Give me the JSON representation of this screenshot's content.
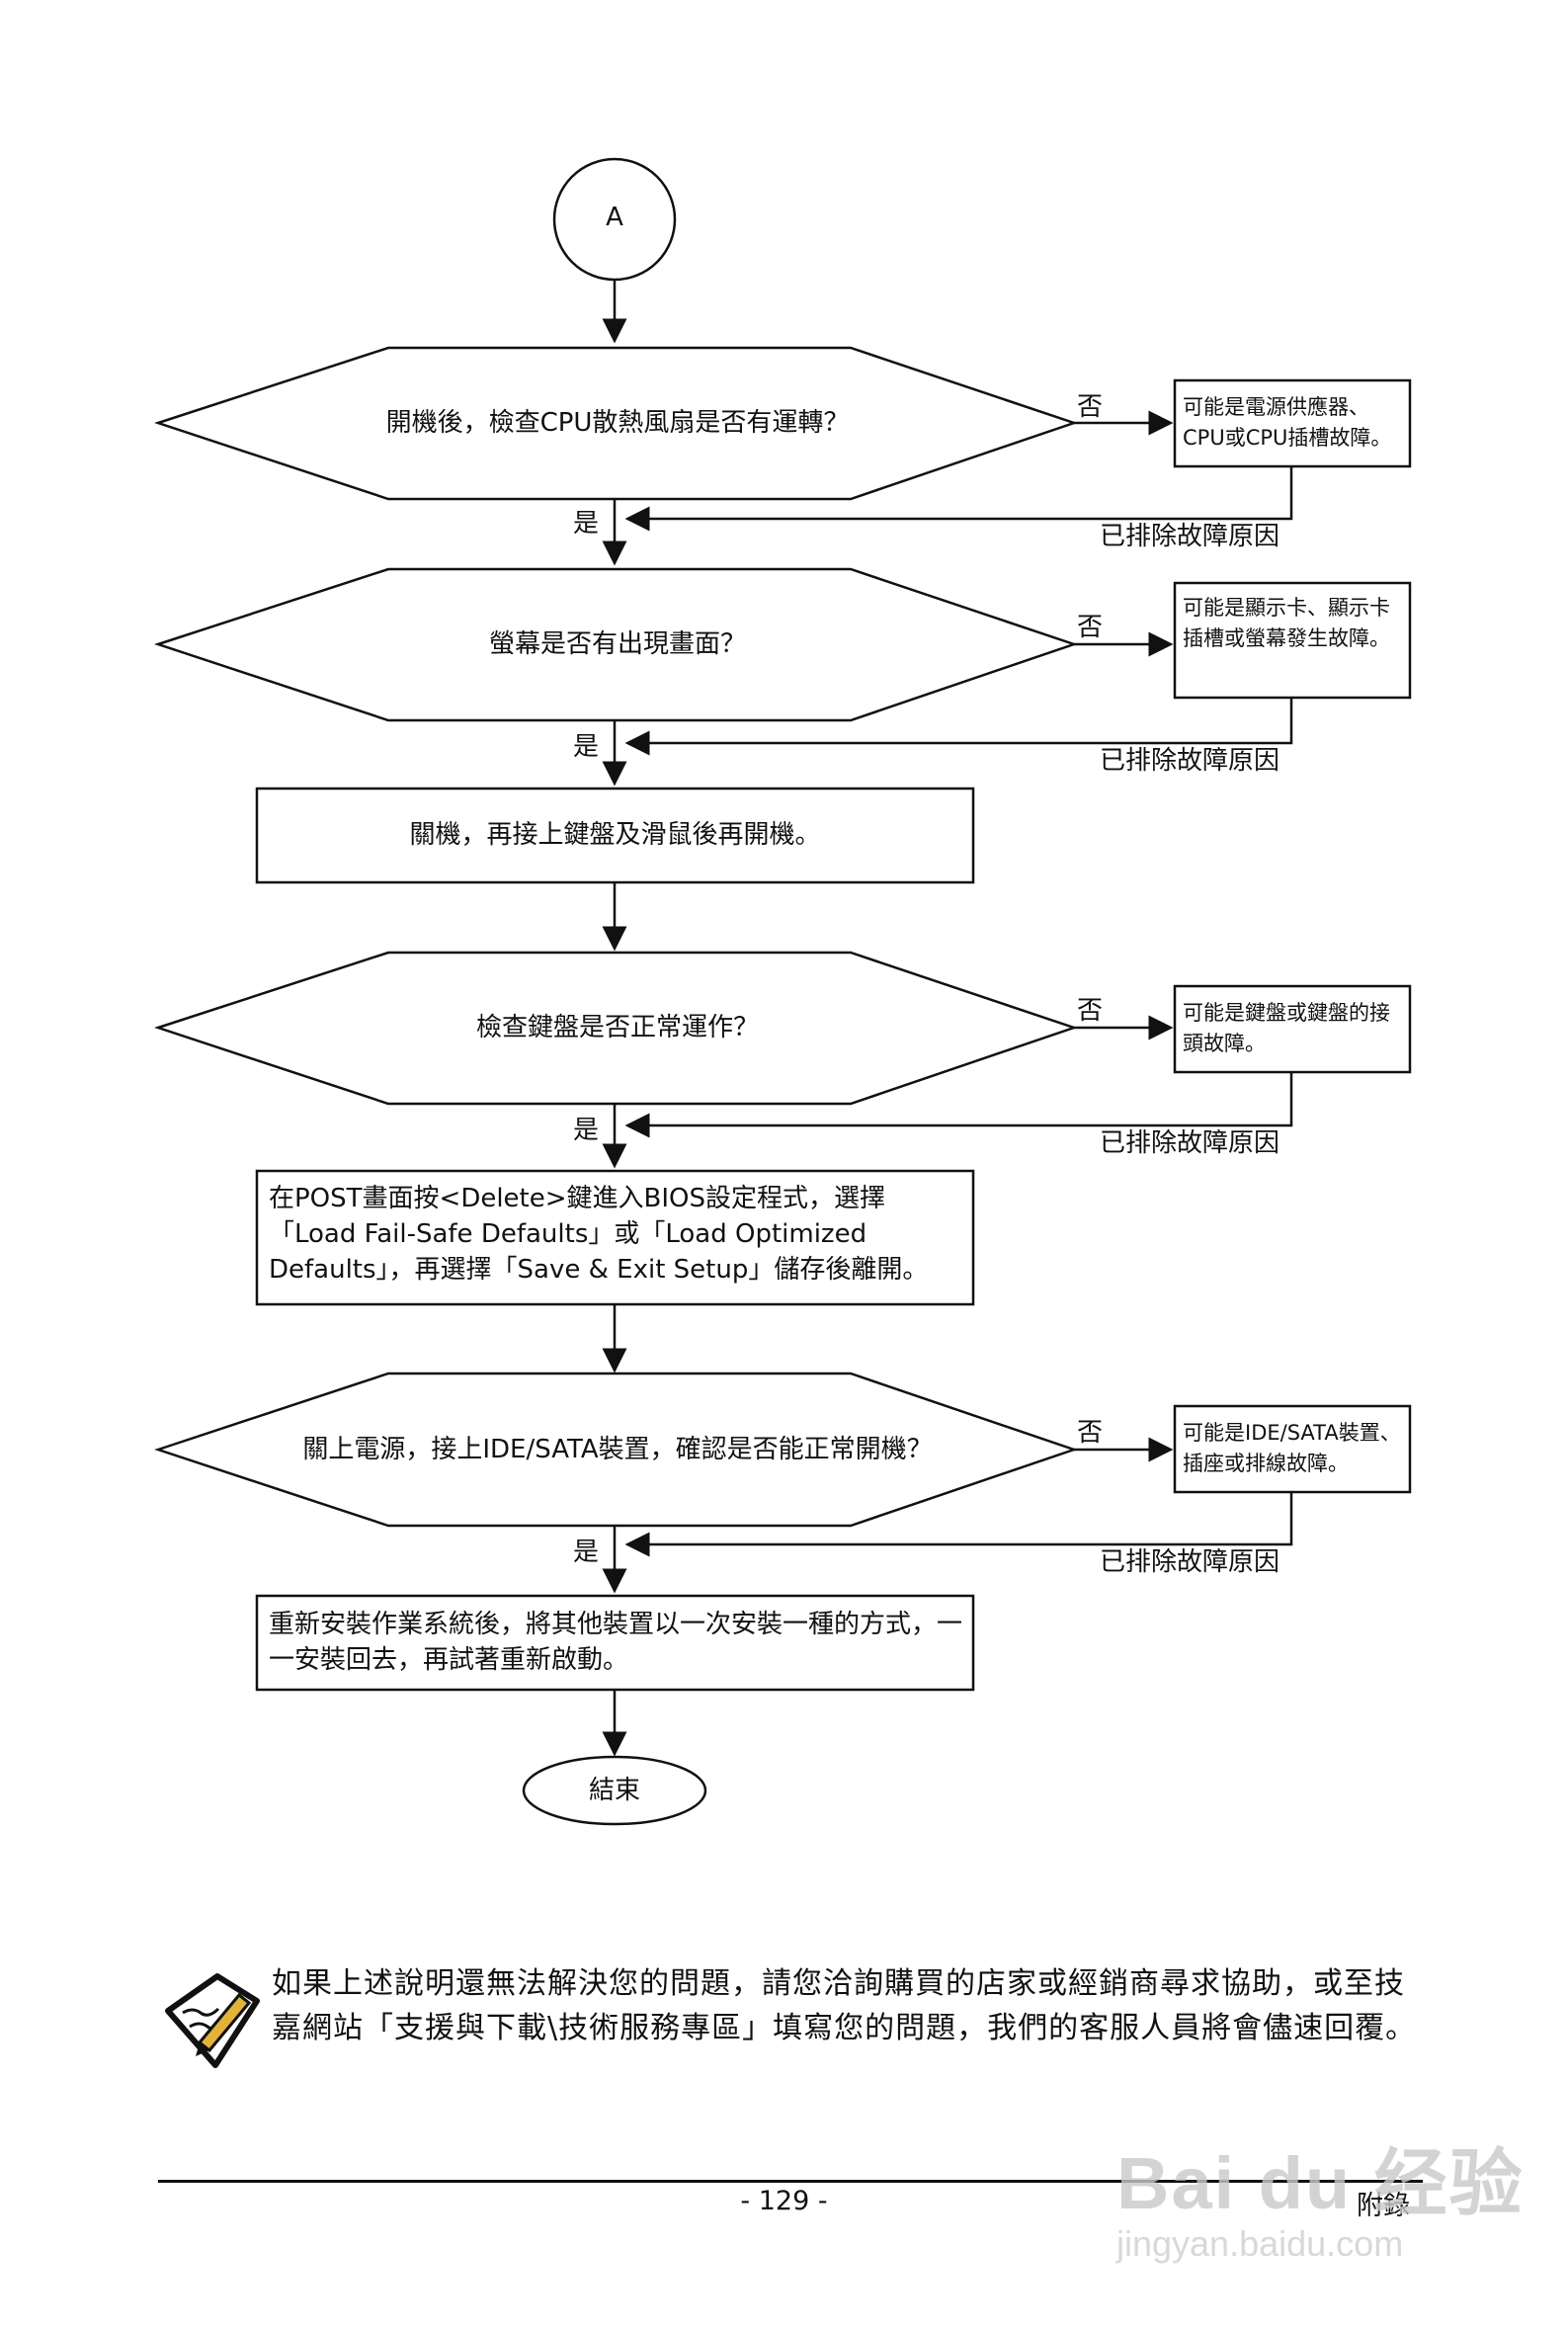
{
  "flow": {
    "start_label": "A",
    "yes": "是",
    "no": "否",
    "fixed": "已排除故障原因",
    "q1": "開機後，檢查CPU散熱風扇是否有運轉？",
    "r1": "可能是電源供應器、CPU或CPU插槽故障。",
    "q2": "螢幕是否有出現畫面？",
    "r2": "可能是顯示卡、顯示卡插槽或螢幕發生故障。",
    "p1": "關機，再接上鍵盤及滑鼠後再開機。",
    "q3": "檢查鍵盤是否正常運作？",
    "r3": "可能是鍵盤或鍵盤的接頭故障。",
    "p2": "在POST畫面按<Delete>鍵進入BIOS設定程式，選擇「Load Fail-Safe Defaults」或「Load Optimized Defaults」，再選擇「Save & Exit Setup」儲存後離開。",
    "q4": "關上電源，接上IDE/SATA裝置，確認是否能正常開機？",
    "r4": "可能是IDE/SATA裝置、插座或排線故障。",
    "p3": "重新安裝作業系統後，將其他裝置以一次安裝一種的方式，一一安裝回去，再試著重新啟動。",
    "end_label": "結束"
  },
  "note": {
    "icon": "note-pencil-icon",
    "text": "如果上述說明還無法解決您的問題，請您洽詢購買的店家或經銷商尋求協助，或至技嘉網站「支援與下載\\技術服務專區」填寫您的問題，我們的客服人員將會儘速回覆。"
  },
  "footer": {
    "page_number": "- 129 -",
    "section": "附錄"
  },
  "watermark": {
    "main": "Bai du 经验",
    "sub": "jingyan.baidu.com"
  }
}
